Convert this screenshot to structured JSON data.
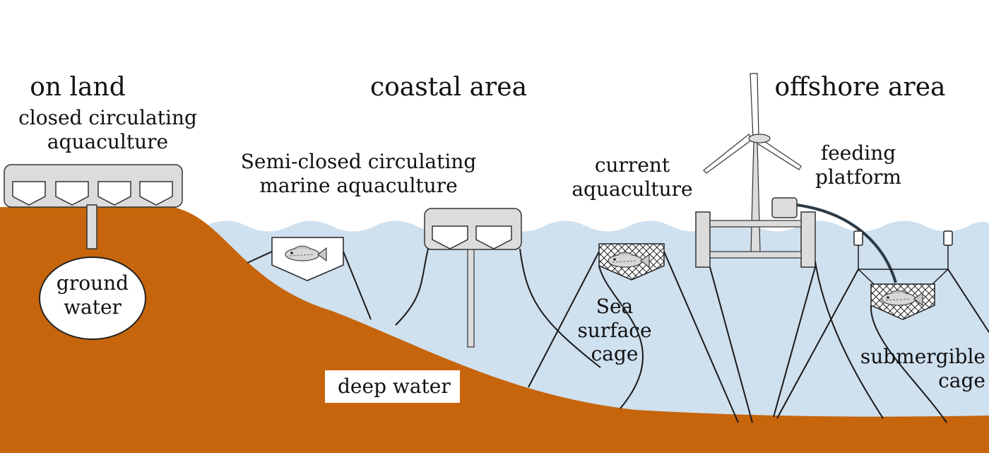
{
  "colors": {
    "ground": "#c6650c",
    "water": "#cfe0ef",
    "tank": "#dcdcdc",
    "outline": "#333333",
    "line": "#1a1a1a",
    "feed_hose": "#2b3a45"
  },
  "zones": {
    "on_land": "on land",
    "coastal": "coastal area",
    "offshore": "offshore area"
  },
  "systems": {
    "closed_line1": "closed circulating",
    "closed_line2": "aquaculture",
    "semi_line1": "Semi-closed circulating",
    "semi_line2": "marine aquaculture",
    "current_line1": "current",
    "current_line2": "aquaculture",
    "feeding_line1": "feeding",
    "feeding_line2": "platform",
    "sea_line1": "Sea",
    "sea_line2": "surface",
    "sea_line3": "cage",
    "sub_line1": "submergible",
    "sub_line2": "cage"
  },
  "water_sources": {
    "ground_line1": "ground",
    "ground_line2": "water",
    "deep": "deep water"
  },
  "icons": [
    "fish-icon",
    "wind-turbine-icon",
    "net-cage-icon",
    "buoy-icon",
    "tank-icon"
  ]
}
